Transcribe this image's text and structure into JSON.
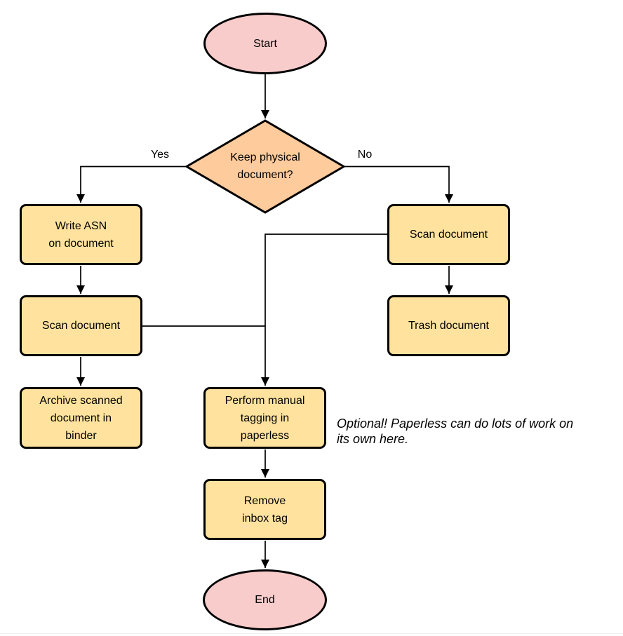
{
  "diagram": {
    "type": "flowchart",
    "colors": {
      "terminal_fill": "#F9CCCC",
      "decision_fill": "#FECB9D",
      "process_fill": "#FFE29E",
      "stroke": "#000000",
      "text": "#000000"
    },
    "nodes": {
      "start": {
        "label": "Start",
        "shape": "ellipse"
      },
      "decision": {
        "label": "Keep physical\ndocument?",
        "shape": "diamond"
      },
      "write_asn": {
        "label": "Write ASN\non document",
        "shape": "process"
      },
      "scan_left": {
        "label": "Scan document",
        "shape": "process"
      },
      "archive": {
        "label": "Archive scanned\ndocument in\nbinder",
        "shape": "process"
      },
      "scan_right": {
        "label": "Scan document",
        "shape": "process"
      },
      "trash": {
        "label": "Trash document",
        "shape": "process"
      },
      "perform_tagging": {
        "label": "Perform manual\ntagging in\npaperless",
        "shape": "process"
      },
      "remove_inbox": {
        "label": "Remove\ninbox tag",
        "shape": "process"
      },
      "end": {
        "label": "End",
        "shape": "ellipse"
      }
    },
    "edge_labels": {
      "yes": "Yes",
      "no": "No"
    },
    "annotation": "Optional! Paperless can do lots of work on\nits own here."
  }
}
